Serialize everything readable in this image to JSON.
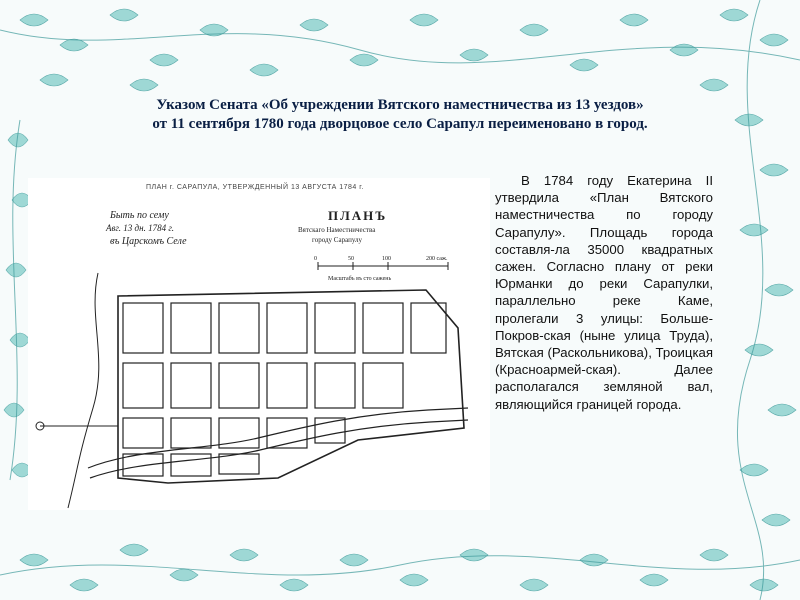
{
  "title": {
    "line1": "Указом Сената «Об учреждении Вятского наместничества из 13 уездов»",
    "line2": "от 11 сентября 1780 года дворцовое село Сарапул переименовано в город."
  },
  "map": {
    "caption": "ПЛАН г. САРАПУЛА, УТВЕРЖДЕННЫЙ 13 АВГУСТА 1784 г.",
    "handwritten_note_line1": "Быть по сему",
    "handwritten_note_line2": "Авг. 13 дн. 1784 г.",
    "handwritten_note_line3": "въ Царскомъ Селе",
    "plan_heading": "ПЛАНЪ",
    "plan_sub1": "Вятскаго Наместничества",
    "plan_sub2": "городу Сарапулу",
    "scale_label": "Масштабъ въ сто сажень",
    "scale_ticks": [
      "0",
      "50",
      "100",
      "200 саж."
    ]
  },
  "body_text": "В 1784 году Екатерина II утвердила «План Вятского наместничества по городу Сарапулу». Площадь города составля-ла 35000 квадратных сажен. Согласно плану от реки Юрманки до реки Сарапулки, параллельно реке Каме, пролегали 3 улицы: Больше-Покров-ская (ныне улица Труда), Вятская (Раскольникова), Троицкая (Красноармей-ская). Далее располагался земляной вал, являющийся границей города.",
  "colors": {
    "title": "#0a1f44",
    "foliage": "#6fc4c0",
    "foliage_dark": "#3e9a9a",
    "background": "#f7fbfb"
  }
}
